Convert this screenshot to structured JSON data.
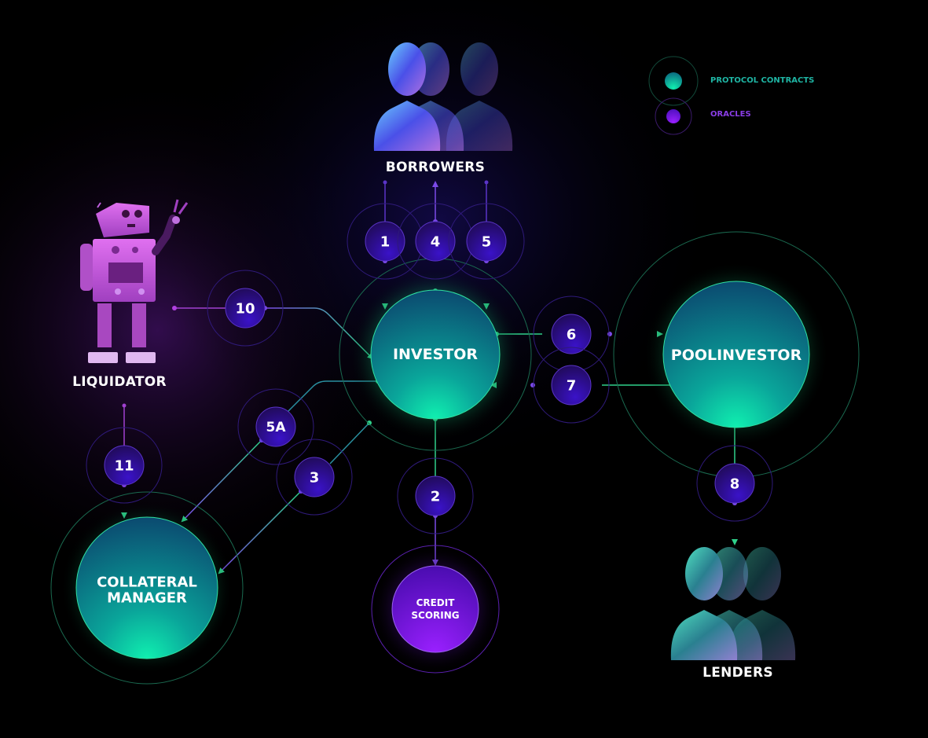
{
  "legend": {
    "items": [
      {
        "label": "PROTOCOL CONTRACTS",
        "color": "#1fb5a4"
      },
      {
        "label": "ORACLES",
        "color": "#8a3de6"
      }
    ]
  },
  "actors": {
    "borrowers": "BORROWERS",
    "lenders": "LENDERS",
    "liquidator": "LIQUIDATOR"
  },
  "contracts": {
    "investor": "INVESTOR",
    "poolinvestor": "POOLINVESTOR",
    "collateral_manager_line1": "COLLATERAL",
    "collateral_manager_line2": "MANAGER"
  },
  "oracles": {
    "credit_scoring_line1": "CREDIT",
    "credit_scoring_line2": "SCORING"
  },
  "steps": {
    "s1": "1",
    "s2": "2",
    "s3": "3",
    "s4": "4",
    "s5": "5",
    "s5a": "5A",
    "s6": "6",
    "s7": "7",
    "s8": "8",
    "s10": "10",
    "s11": "11"
  },
  "colors": {
    "background": "#000000",
    "contract_top": "#0b4f6e",
    "contract_bottom": "#0fe0a8",
    "oracle": "#7a16e0",
    "step_fill": "#2a0f7a",
    "step_ring": "#5a34c8",
    "green_line": "#2fd08a",
    "purple_line": "#7b4ae8"
  }
}
